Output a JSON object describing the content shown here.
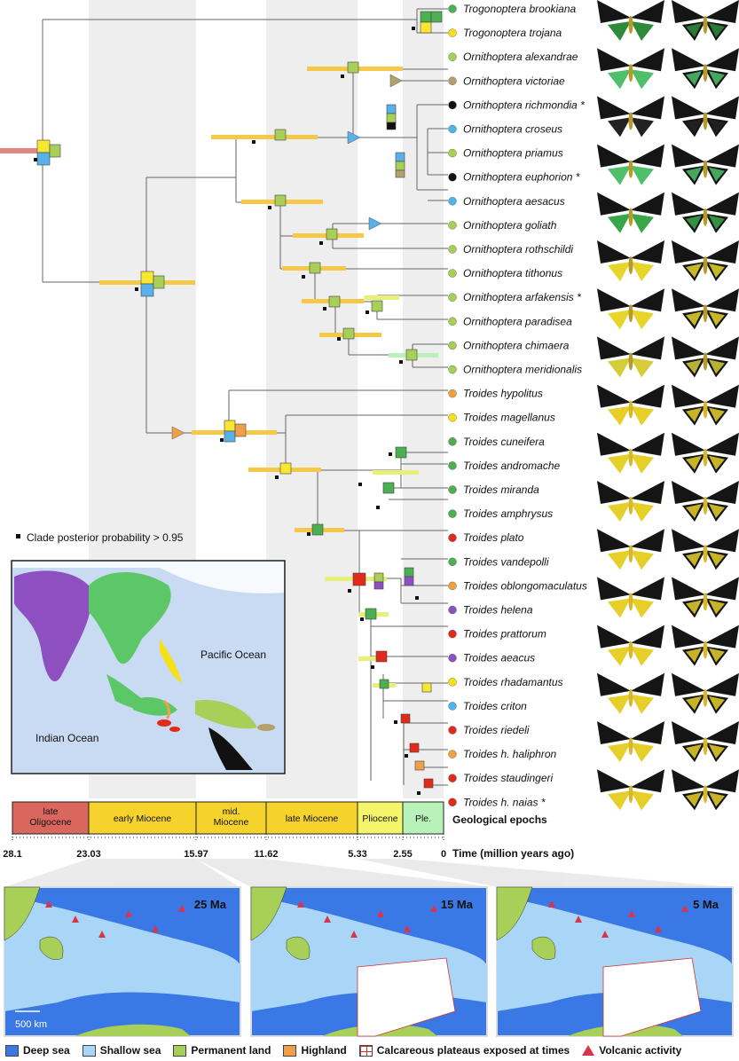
{
  "taxa": [
    {
      "name": "Trogonoptera brookiana",
      "dot": "#4caf50"
    },
    {
      "name": "Trogonoptera trojana",
      "dot": "#f5e11a"
    },
    {
      "name": "Ornithoptera alexandrae",
      "dot": "#a5cf57"
    },
    {
      "name": "Ornithoptera victoriae",
      "dot": "#b3a06a"
    },
    {
      "name": "Ornithoptera richmondia *",
      "dot": "#111111"
    },
    {
      "name": "Ornithoptera croseus",
      "dot": "#4fb4e8"
    },
    {
      "name": "Ornithoptera priamus",
      "dot": "#a5cf57"
    },
    {
      "name": "Ornithoptera euphorion *",
      "dot": "#111111"
    },
    {
      "name": "Ornithoptera aesacus",
      "dot": "#4fb4e8"
    },
    {
      "name": "Ornithoptera goliath",
      "dot": "#a5cf57"
    },
    {
      "name": "Ornithoptera rothschildi",
      "dot": "#a5cf57"
    },
    {
      "name": "Ornithoptera tithonus",
      "dot": "#a5cf57"
    },
    {
      "name": "Ornithoptera arfakensis *",
      "dot": "#a5cf57"
    },
    {
      "name": "Ornithoptera paradisea",
      "dot": "#a5cf57"
    },
    {
      "name": "Ornithoptera chimaera",
      "dot": "#a5cf57"
    },
    {
      "name": "Ornithoptera meridionalis",
      "dot": "#a5cf57"
    },
    {
      "name": "Troides hypolitus",
      "dot": "#f0a040"
    },
    {
      "name": "Troides magellanus",
      "dot": "#f5e11a"
    },
    {
      "name": "Troides cuneifera",
      "dot": "#4caf50"
    },
    {
      "name": "Troides andromache",
      "dot": "#4caf50"
    },
    {
      "name": "Troides miranda",
      "dot": "#4caf50"
    },
    {
      "name": "Troides amphrysus",
      "dot": "#4caf50"
    },
    {
      "name": "Troides plato",
      "dot": "#e02a1a"
    },
    {
      "name": "Troides vandepolli",
      "dot": "#4caf50"
    },
    {
      "name": "Troides oblongomaculatus",
      "dot": "#f0a040"
    },
    {
      "name": "Troides helena",
      "dot": "#8e4fc0"
    },
    {
      "name": "Troides prattorum",
      "dot": "#e02a1a"
    },
    {
      "name": "Troides aeacus",
      "dot": "#8e4fc0"
    },
    {
      "name": "Troides rhadamantus",
      "dot": "#f5e11a"
    },
    {
      "name": "Troides criton",
      "dot": "#4fb4e8"
    },
    {
      "name": "Troides riedeli",
      "dot": "#e02a1a"
    },
    {
      "name": "Troides h. haliphron",
      "dot": "#f0a040"
    },
    {
      "name": "Troides staudingeri",
      "dot": "#e02a1a"
    },
    {
      "name": "Troides h. naias *",
      "dot": "#e02a1a"
    }
  ],
  "legend_pp": "Clade posterior probability > 0.95",
  "epochs": [
    {
      "label": "late\nOligocene",
      "color": "#d9675e"
    },
    {
      "label": "early Miocene",
      "color": "#f6d22c"
    },
    {
      "label": "mid.\nMiocene",
      "color": "#f6d22c"
    },
    {
      "label": "late Miocene",
      "color": "#f6d22c"
    },
    {
      "label": "Pliocene",
      "color": "#f4f56a"
    },
    {
      "label": "Ple.",
      "color": "#b8f2b9"
    }
  ],
  "epochs_title": "Geological epochs",
  "time_ticks": [
    "28.1",
    "23.03",
    "15.97",
    "11.62",
    "5.33",
    "2.55",
    "0"
  ],
  "time_title": "Time (million years ago)",
  "inset_map": {
    "pacific": "Pacific Ocean",
    "indian": "Indian Ocean"
  },
  "paleomaps": [
    {
      "label": "25 Ma",
      "scale": "500 km"
    },
    {
      "label": "15 Ma"
    },
    {
      "label": "5 Ma"
    }
  ],
  "map_legend": [
    {
      "label": "Deep sea",
      "color": "#3a78e6"
    },
    {
      "label": "Shallow sea",
      "color": "#a9d6f7"
    },
    {
      "label": "Permanent land",
      "color": "#a8cf57"
    },
    {
      "label": "Highland",
      "color": "#f0a04a"
    },
    {
      "label": "Calcareous plateaus exposed at times",
      "color": "#ffffff"
    },
    {
      "label": "Volcanic activity",
      "color": "#d8344c"
    }
  ]
}
